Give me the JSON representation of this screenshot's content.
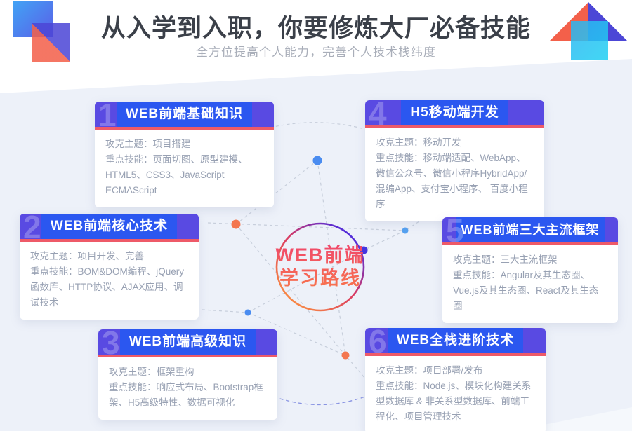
{
  "header": {
    "title": "从入学到入职，你要修炼大厂必备技能",
    "subtitle": "全方位提高个人能力，完善个人技术栈纬度"
  },
  "center": {
    "line1": "WEB前端",
    "line2": "学习路线"
  },
  "cards": [
    {
      "number": "1",
      "title": "WEB前端基础知识",
      "theme": "攻克主题：项目搭建",
      "skills": "重点技能：页面切图、原型建模、HTML5、CSS3、JavaScript ECMAScript"
    },
    {
      "number": "2",
      "title": "WEB前端核心技术",
      "theme": "攻克主题：项目开发、完善",
      "skills": "重点技能：BOM&DOM编程、jQuery函数库、HTTP协议、AJAX应用、调试技术"
    },
    {
      "number": "3",
      "title": "WEB前端高级知识",
      "theme": "攻克主题：框架重构",
      "skills": "重点技能：响应式布局、Bootstrap框架、H5高级特性、数据可视化"
    },
    {
      "number": "4",
      "title": "H5移动端开发",
      "theme": "攻克主题：移动开发",
      "skills": "重点技能：移动端适配、WebApp、微信公众号、微信小程序HybridApp/混编App、支付宝小程序、 百度小程序"
    },
    {
      "number": "5",
      "title": "WEB前端三大主流框架",
      "theme": "攻克主题：三大主流框架",
      "skills": "重点技能：Angular及其生态圈、Vue.js及其生态圈、React及其生态圈"
    },
    {
      "number": "6",
      "title": "WEB全栈进阶技术",
      "theme": "攻克主题：项目部署/发布",
      "skills": "重点技能：Node.js、模块化构建关系型数据库 & 非关系型数据库、前端工程化、项目管理技术"
    }
  ],
  "colors": {
    "header_purple": "#594ae2",
    "title_highlight_blue": "#2b57f0",
    "underline_red": "#ee5a68",
    "background_light": "#edf1f9",
    "dot_blue": "#4a8cf0",
    "dot_orange": "#f3764f",
    "dot_indigo": "#4334e0",
    "ring_gradient": [
      "#4b2ce0",
      "#d93a62",
      "#f98a44"
    ],
    "center_text_gradient": [
      "#f0476b",
      "#f8764d"
    ]
  }
}
